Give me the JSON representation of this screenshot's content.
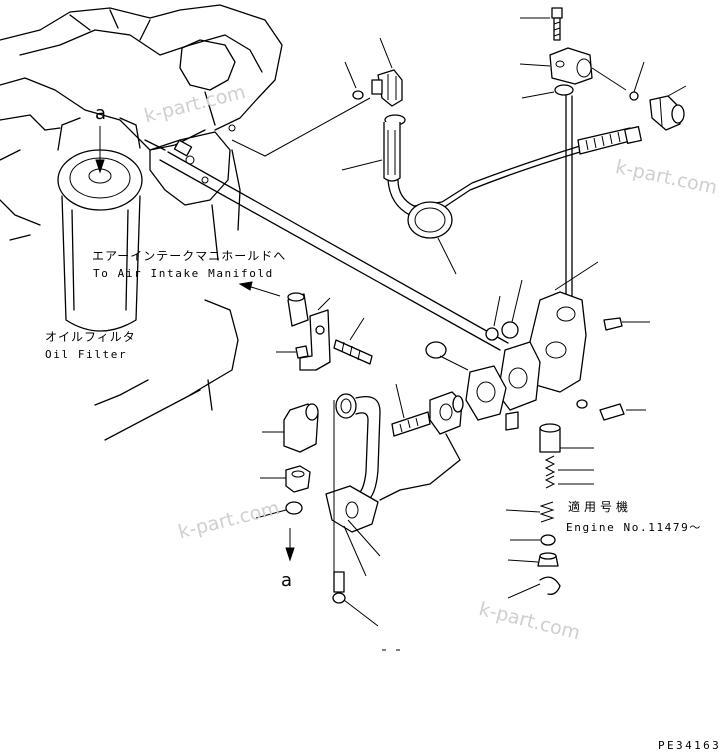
{
  "labels": {
    "manifold_jp": "エアーインテークマニホールドへ",
    "manifold_en": "To Air Intake Manifold",
    "filter_jp": "オイルフィルタ",
    "filter_en": "Oil Filter",
    "engine_jp": "適用号機",
    "engine_en": "Engine No.11479～",
    "ref_a_top": "a",
    "ref_a_bottom": "a",
    "drawing_code": "PE34163"
  },
  "watermarks": [
    "k-part.com",
    "k-part.com",
    "k-part.com",
    "k-part.com"
  ],
  "colors": {
    "line": "#000000",
    "background": "#ffffff",
    "watermark": "#cfcfcf"
  }
}
